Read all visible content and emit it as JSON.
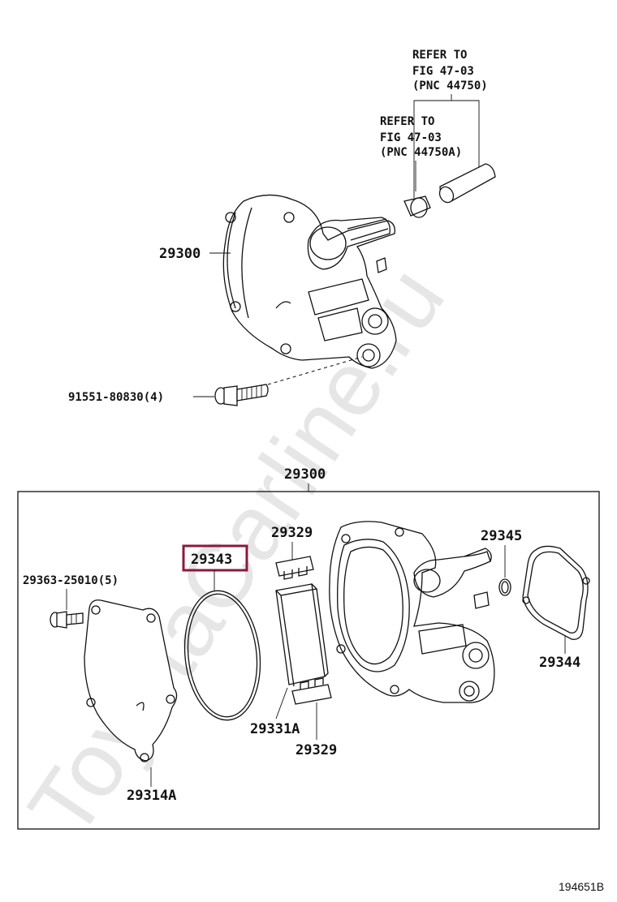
{
  "watermark": "ToyotaCarline.ru",
  "top_view": {
    "refer_outer": {
      "line1": "REFER TO",
      "line2": "FIG 47-03",
      "line3": "(PNC 44750)"
    },
    "refer_inner": {
      "line1": "REFER TO",
      "line2": "FIG 47-03",
      "line3": "(PNC 44750A)"
    },
    "pump_label": "29300",
    "bolt_label": "91551-80830(4)"
  },
  "exploded_view": {
    "box_label": "29300",
    "parts": {
      "screw": "29363-25010(5)",
      "cover": "29314A",
      "o_ring": "29343",
      "vane_top": "29329",
      "rotor": "29331A",
      "vane_bottom": "29329",
      "small_ring": "29345",
      "gasket": "29344"
    },
    "highlight_color": "#8b1a3a"
  },
  "figure_id": "194651B"
}
